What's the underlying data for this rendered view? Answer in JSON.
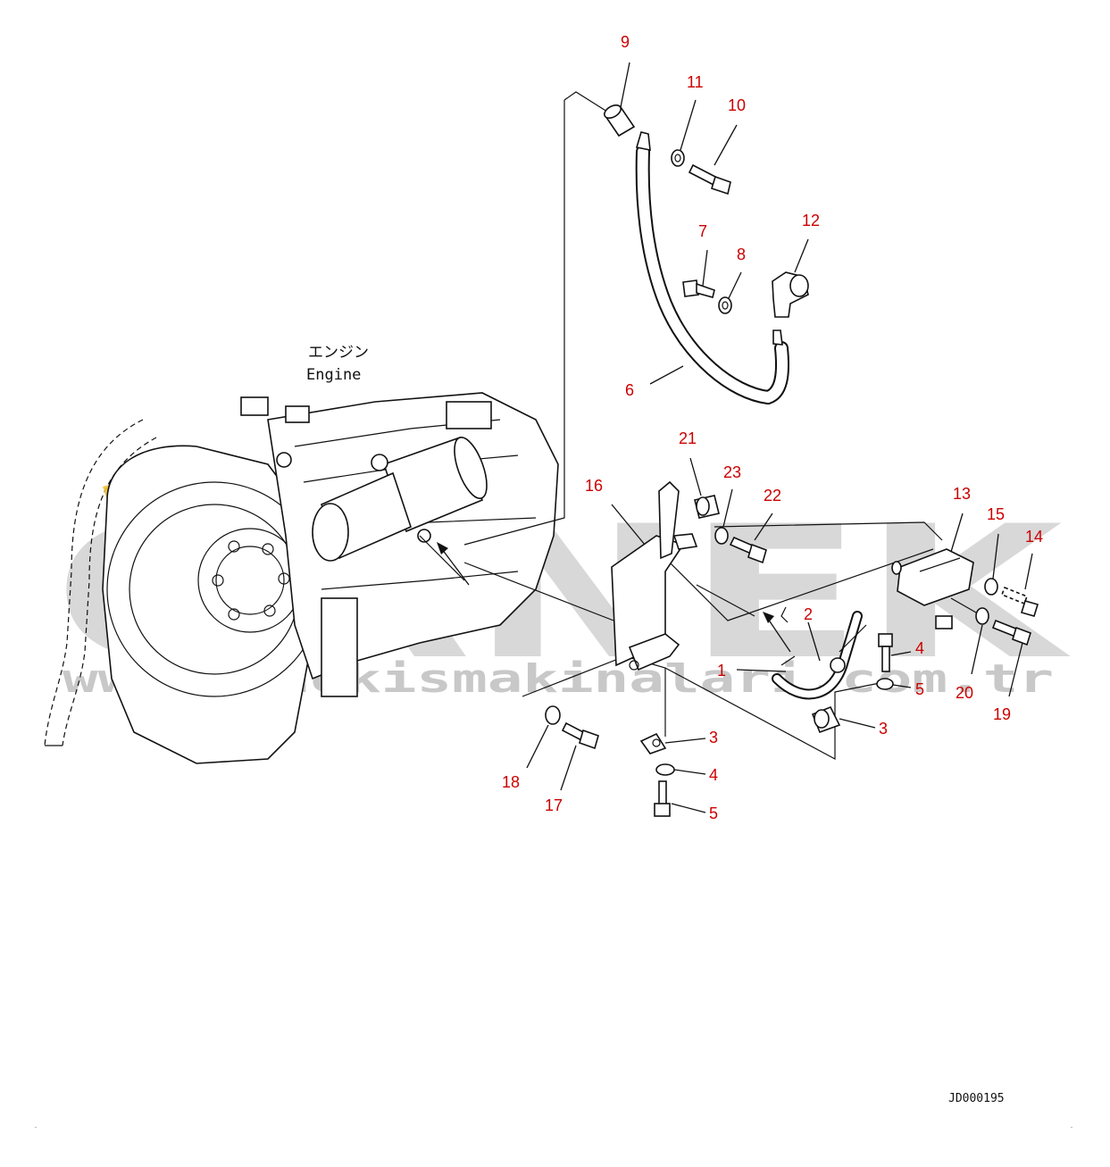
{
  "engine_label": {
    "jp": "エンジン",
    "en": "Engine"
  },
  "drawing_code": "JD000195",
  "watermark": {
    "word": "ORNEK",
    "url": "www.ornekismakinalari.com.tr"
  },
  "colors": {
    "callout": "#cc0000",
    "line": "#111111",
    "watermark": "#d8d8d8",
    "accent": "#f1c232"
  },
  "callouts": [
    "9",
    "11",
    "10",
    "7",
    "8",
    "12",
    "6",
    "21",
    "16",
    "23",
    "22",
    "13",
    "15",
    "14",
    "2",
    "1",
    "4",
    "5",
    "20",
    "19",
    "3",
    "3",
    "4",
    "5",
    "18",
    "17"
  ]
}
